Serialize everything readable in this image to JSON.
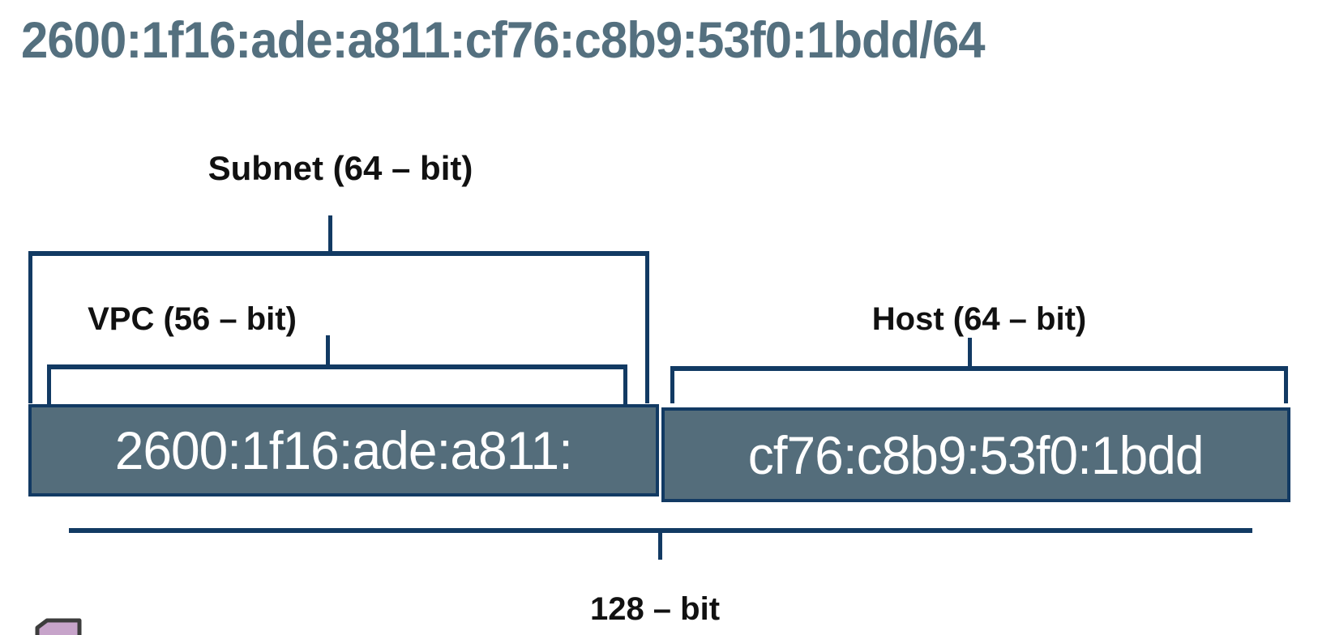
{
  "title": "2600:1f16:ade:a811:cf76:c8b9:53f0:1bdd/64",
  "diagram": {
    "subnet_label": "Subnet (64 – bit)",
    "vpc_label": "VPC (56 – bit)",
    "host_label": "Host (64 – bit)",
    "total_label": "128 – bit",
    "subnet_prefix_text": "2600:1f16:ade:a811:",
    "host_portion_text": "cf76:c8b9:53f0:1bdd"
  },
  "icons": {
    "bottom_left": "clipped-note-icon"
  },
  "colors": {
    "title_text": "#54707f",
    "bracket_navy": "#123a63",
    "box_fill": "#546d7b",
    "box_text": "#ffffff",
    "label_text": "#111111",
    "icon_fill": "#c7a4ca",
    "icon_stroke": "#3d3d3d"
  }
}
